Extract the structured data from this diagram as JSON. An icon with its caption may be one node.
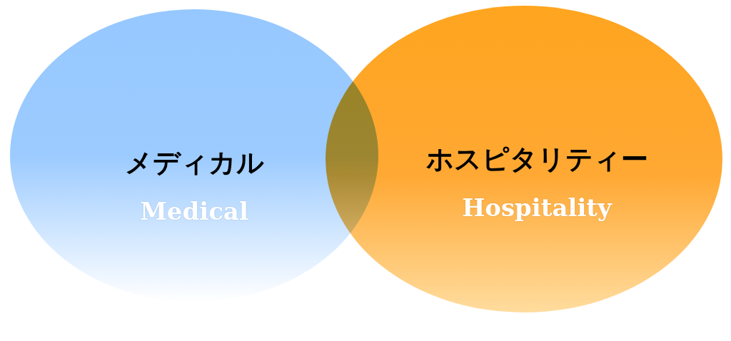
{
  "diagram": {
    "nodes": [
      {
        "text": [
          "メディカル",
          "Medical"
        ]
      },
      {
        "text": [
          "ホスピタリティー",
          "Hospitality"
        ]
      }
    ]
  }
}
